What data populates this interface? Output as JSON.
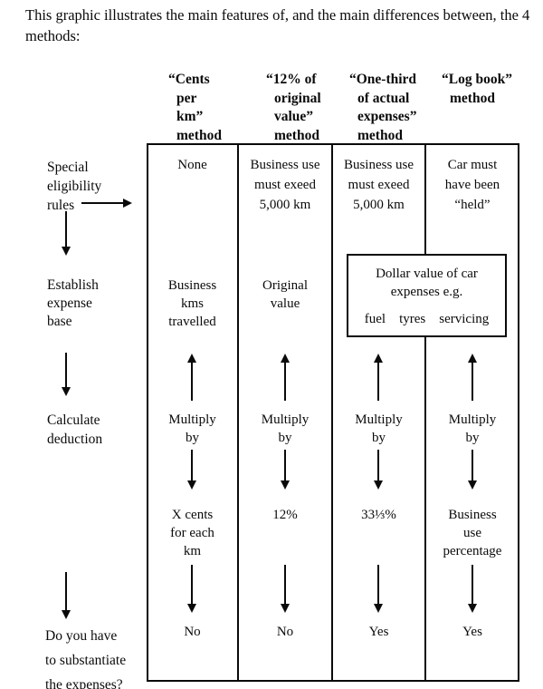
{
  "intro": "This graphic illustrates the main features of, and the main differences between, the 4 methods:",
  "row_labels": {
    "eligibility": "Special\neligibility\nrules",
    "expense_base": "Establish\nexpense\nbase",
    "calculate": "Calculate\ndeduction",
    "substantiate": "Do you have\nto substantiate\nthe expenses?"
  },
  "columns": [
    {
      "header": "“Cents\nper\nkm”\nmethod",
      "eligibility": "None",
      "expense_base": "Business\nkms\ntravelled",
      "multiply": "Multiply\nby",
      "rate": "X cents\nfor each\nkm",
      "substantiate": "No"
    },
    {
      "header": "“12% of\noriginal\nvalue”\nmethod",
      "eligibility": "Business use\nmust exeed\n5,000 km",
      "expense_base": "Original\nvalue",
      "multiply": "Multiply\nby",
      "rate": "12%",
      "substantiate": "No"
    },
    {
      "header": "“One-third\nof actual\nexpenses”\nmethod",
      "eligibility": "Business use\nmust exeed\n5,000 km",
      "multiply": "Multiply\nby",
      "rate": "33⅓%",
      "substantiate": "Yes"
    },
    {
      "header": "“Log book”\nmethod",
      "eligibility": "Car must\nhave been\n“held”",
      "multiply": "Multiply\nby",
      "rate": "Business\nuse\npercentage",
      "substantiate": "Yes"
    }
  ],
  "shared_expense_box": {
    "title": "Dollar value of car\nexpenses e.g.",
    "items": [
      "fuel",
      "tyres",
      "servicing"
    ]
  },
  "icons": {
    "down_arrow": "↓",
    "up_arrow": "↑",
    "right_arrow": "→"
  }
}
